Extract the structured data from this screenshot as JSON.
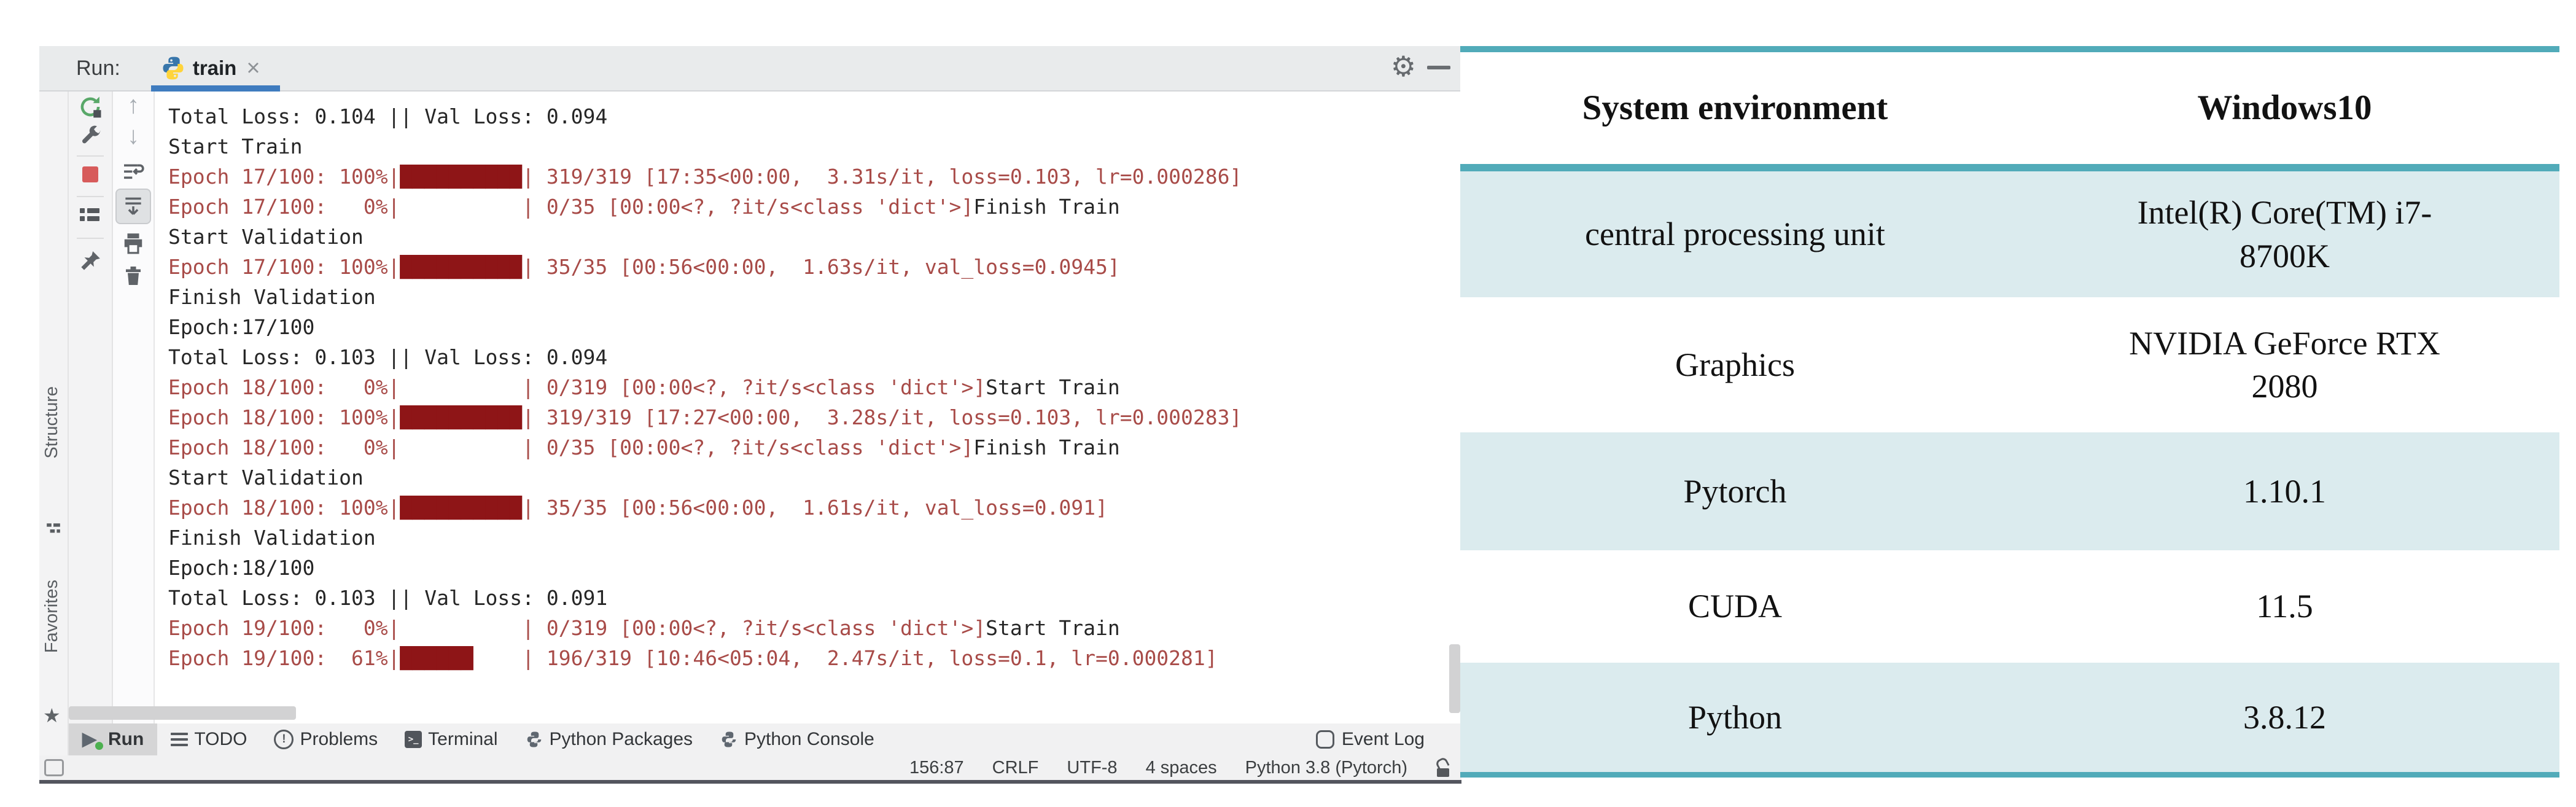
{
  "colors": {
    "accent_blue": "#3f7cbf",
    "stderr_red": "#a84b48",
    "progress_bar_red": "#8e1517",
    "stdout_text": "#262626",
    "table_border_teal": "#51abb9",
    "table_row_tint": "#dbebee",
    "run_green": "#4cb04f",
    "stop_red": "#d75b5b"
  },
  "ide": {
    "run_label": "Run:",
    "tab": {
      "label": "train",
      "close_glyph": "×"
    },
    "window_buttons": {
      "gear_glyph": "⚙"
    },
    "side_labels": [
      {
        "label": "Structure"
      },
      {
        "label": "Favorites",
        "star_glyph": "★"
      }
    ],
    "arrows": {
      "up": "↑",
      "down": "↓"
    },
    "console": {
      "lines": [
        {
          "segs": [
            {
              "c": "o",
              "t": "Total Loss: 0.104 || Val Loss: 0.094"
            }
          ]
        },
        {
          "segs": [
            {
              "c": "o",
              "t": "Start Train"
            }
          ]
        },
        {
          "segs": [
            {
              "c": "e",
              "t": "Epoch 17/100: 100%|"
            },
            {
              "c": "b",
              "t": "██████████"
            },
            {
              "c": "e",
              "t": "| 319/319 [17:35<00:00,  3.31s/it, loss=0.103, lr=0.000286]"
            }
          ]
        },
        {
          "segs": [
            {
              "c": "e",
              "t": "Epoch 17/100:   0%|          | 0/35 [00:00<?, ?it/s<class 'dict'>]"
            },
            {
              "c": "o",
              "t": "Finish Train"
            }
          ]
        },
        {
          "segs": [
            {
              "c": "o",
              "t": "Start Validation"
            }
          ]
        },
        {
          "segs": [
            {
              "c": "e",
              "t": "Epoch 17/100: 100%|"
            },
            {
              "c": "b",
              "t": "██████████"
            },
            {
              "c": "e",
              "t": "| 35/35 [00:56<00:00,  1.63s/it, val_loss=0.0945]"
            }
          ]
        },
        {
          "segs": [
            {
              "c": "o",
              "t": "Finish Validation"
            }
          ]
        },
        {
          "segs": [
            {
              "c": "o",
              "t": "Epoch:17/100"
            }
          ]
        },
        {
          "segs": [
            {
              "c": "o",
              "t": "Total Loss: 0.103 || Val Loss: 0.094"
            }
          ]
        },
        {
          "segs": [
            {
              "c": "e",
              "t": "Epoch 18/100:   0%|          | 0/319 [00:00<?, ?it/s<class 'dict'>]"
            },
            {
              "c": "o",
              "t": "Start Train"
            }
          ]
        },
        {
          "segs": [
            {
              "c": "e",
              "t": "Epoch 18/100: 100%|"
            },
            {
              "c": "b",
              "t": "██████████"
            },
            {
              "c": "e",
              "t": "| 319/319 [17:27<00:00,  3.28s/it, loss=0.103, lr=0.000283]"
            }
          ]
        },
        {
          "segs": [
            {
              "c": "e",
              "t": "Epoch 18/100:   0%|          | 0/35 [00:00<?, ?it/s<class 'dict'>]"
            },
            {
              "c": "o",
              "t": "Finish Train"
            }
          ]
        },
        {
          "segs": [
            {
              "c": "o",
              "t": "Start Validation"
            }
          ]
        },
        {
          "segs": [
            {
              "c": "e",
              "t": "Epoch 18/100: 100%|"
            },
            {
              "c": "b",
              "t": "██████████"
            },
            {
              "c": "e",
              "t": "| 35/35 [00:56<00:00,  1.61s/it, val_loss=0.091]"
            }
          ]
        },
        {
          "segs": [
            {
              "c": "o",
              "t": "Finish Validation"
            }
          ]
        },
        {
          "segs": [
            {
              "c": "o",
              "t": "Epoch:18/100"
            }
          ]
        },
        {
          "segs": [
            {
              "c": "o",
              "t": "Total Loss: 0.103 || Val Loss: 0.091"
            }
          ]
        },
        {
          "segs": [
            {
              "c": "e",
              "t": "Epoch 19/100:   0%|          | 0/319 [00:00<?, ?it/s<class 'dict'>]"
            },
            {
              "c": "o",
              "t": "Start Train"
            }
          ]
        },
        {
          "segs": [
            {
              "c": "e",
              "t": "Epoch 19/100:  61%|"
            },
            {
              "c": "b",
              "t": "██████"
            },
            {
              "c": "e",
              "t": "    | 196/319 [10:46<05:04,  2.47s/it, loss=0.1, lr=0.000281]"
            }
          ]
        }
      ]
    },
    "bottom_tabs": [
      {
        "label": "Run"
      },
      {
        "label": "TODO"
      },
      {
        "label": "Problems"
      },
      {
        "label": "Terminal"
      },
      {
        "label": "Python Packages"
      },
      {
        "label": "Python Console"
      }
    ],
    "event_log_label": "Event Log",
    "terminal_glyph": ">_",
    "problems_glyph": "!",
    "status": {
      "caret": "156:87",
      "line_sep": "CRLF",
      "encoding": "UTF-8",
      "indent": "4 spaces",
      "interpreter": "Python 3.8 (Pytorch)"
    }
  },
  "table": {
    "header": [
      "System environment",
      "Windows10"
    ],
    "rows": [
      [
        "central processing unit",
        "Intel(R) Core(TM) i7-8700K"
      ],
      [
        "Graphics",
        "NVIDIA GeForce RTX 2080"
      ],
      [
        "Pytorch",
        "1.10.1"
      ],
      [
        "CUDA",
        "11.5"
      ],
      [
        "Python",
        "3.8.12"
      ]
    ]
  }
}
